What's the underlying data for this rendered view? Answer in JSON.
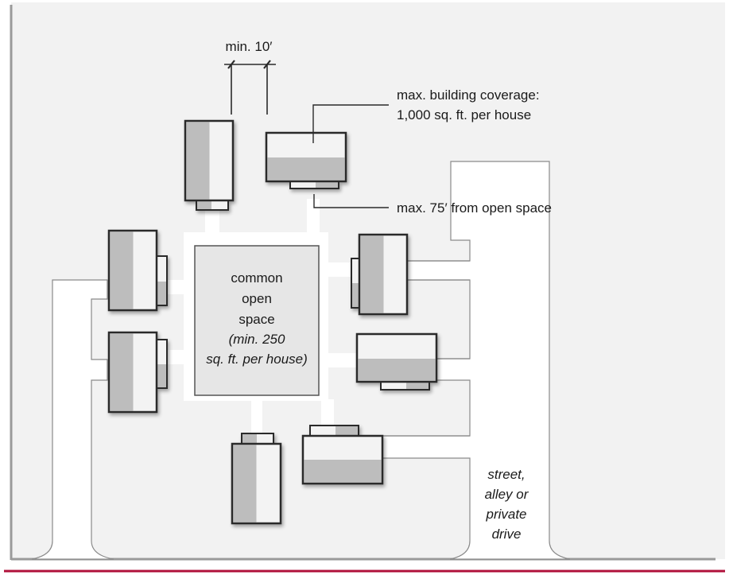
{
  "diagram": {
    "title": "Cottage cluster site plan",
    "colors": {
      "background": "#f2f2f2",
      "outer_white": "#ffffff",
      "path_white": "#ffffff",
      "open_space_fill": "#e6e6e6",
      "house_dark": "#bdbdbd",
      "house_light": "#f3f3f3",
      "outline": "#2a2a2a",
      "thin_line": "#8a8a8a",
      "accent_rule": "#b0103a"
    },
    "annotations": {
      "min_spacing": "min. 10′",
      "coverage_line1": "max. building coverage:",
      "coverage_line2": "1,000 sq. ft. per house",
      "distance": "max. 75′ from open space"
    },
    "open_space": {
      "lines": [
        "common",
        "open",
        "space"
      ],
      "italic_lines": [
        "(min. 250",
        "sq. ft. per house)"
      ]
    },
    "street_label": [
      "street,",
      "alley or",
      "private",
      "drive"
    ],
    "houses": [
      {
        "id": "house-top-left",
        "orientation": "vertical"
      },
      {
        "id": "house-top-right",
        "orientation": "horizontal"
      },
      {
        "id": "house-left-upper",
        "orientation": "vertical"
      },
      {
        "id": "house-left-lower",
        "orientation": "vertical"
      },
      {
        "id": "house-right-upper",
        "orientation": "vertical"
      },
      {
        "id": "house-right-lower",
        "orientation": "horizontal"
      },
      {
        "id": "house-bottom-left",
        "orientation": "vertical"
      },
      {
        "id": "house-bottom-right",
        "orientation": "horizontal"
      }
    ]
  }
}
